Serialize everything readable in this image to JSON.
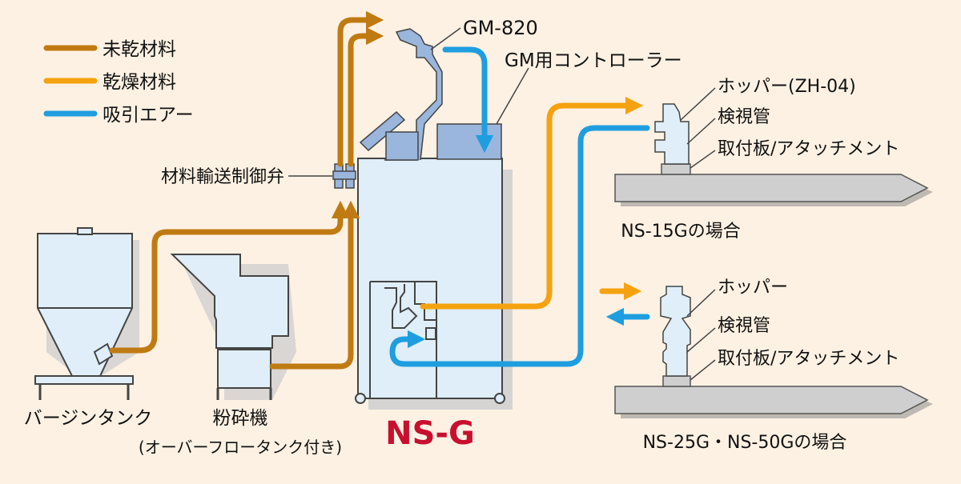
{
  "legend": {
    "items": [
      {
        "label": "未乾材料",
        "color": "#c07a12"
      },
      {
        "label": "乾燥材料",
        "color": "#f5a20f"
      },
      {
        "label": "吸引エアー",
        "color": "#1e9ee0"
      }
    ]
  },
  "labels": {
    "gm820": "GM-820",
    "controller": "GM用コントローラー",
    "valve": "材料輸送制御弁",
    "virgin_tank": "バージンタンク",
    "crusher": "粉砕機",
    "crusher_note": "(オーバーフロータンク付き)",
    "main_unit": "NS-G"
  },
  "case_15g": {
    "hopper": "ホッパー(ZH-04)",
    "sight_tube": "検視管",
    "plate": "取付板/アタッチメント",
    "caption": "NS-15Gの場合"
  },
  "case_25g": {
    "hopper": "ホッパー",
    "sight_tube": "検視管",
    "plate": "取付板/アタッチメント",
    "caption": "NS-25G・NS-50Gの場合"
  },
  "colors": {
    "background": "#fdf1e3",
    "undried": "#c07a12",
    "dried": "#f5a20f",
    "air": "#1e9ee0",
    "equipment_fill": "#dfeef8",
    "gm_fill": "#9ab6dc",
    "machine_fill": "#cfcfcf",
    "title_red": "#c8102e"
  }
}
